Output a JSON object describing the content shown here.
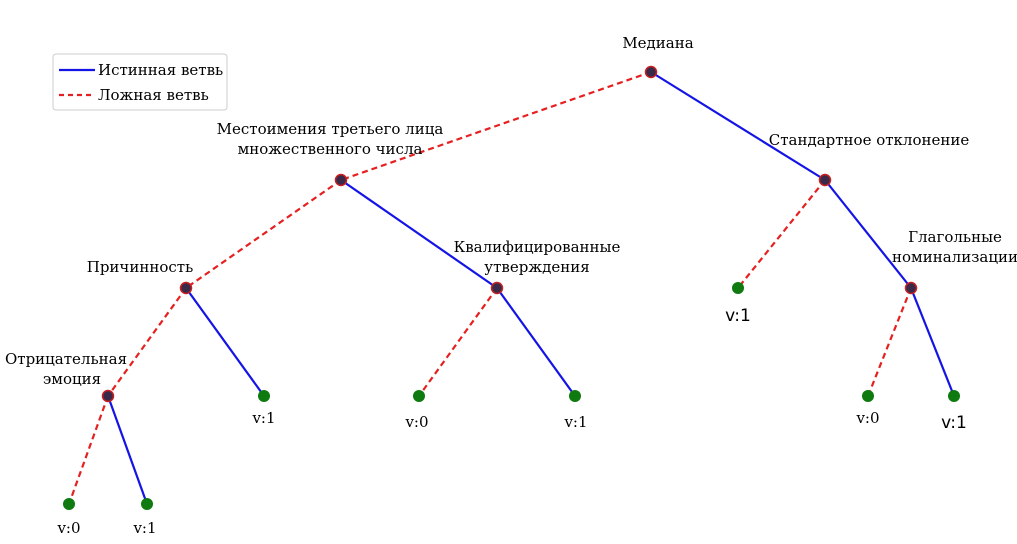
{
  "legend": {
    "true_branch": "Истинная ветвь",
    "false_branch": "Ложная ветвь",
    "true_color": "#1414e6",
    "false_color": "#e62020"
  },
  "colors": {
    "internal_node_fill": "#3a2a4a",
    "internal_node_stroke": "#c82020",
    "leaf_fill": "#0f7a0f"
  },
  "nodes": {
    "median": "Медиана",
    "pronouns_line1": "Местоимения третьего лица",
    "pronouns_line2": "множественного числа",
    "stddev": "Стандартное отклонение",
    "causality": "Причинность",
    "qualified_line1": "Квалифицированные",
    "qualified_line2": "утверждения",
    "verbal_line1": "Глагольные",
    "verbal_line2": "номинализации",
    "negemotion_line1": "Отрицательная",
    "negemotion_line2": "эмоция"
  },
  "leaves": {
    "negemotion_false": "v:0",
    "negemotion_true": "v:1",
    "causality_true": "v:1",
    "qualified_false": "v:0",
    "qualified_true": "v:1",
    "stddev_false": "v:1",
    "verbal_false": "v:0",
    "verbal_true": "v:1"
  }
}
